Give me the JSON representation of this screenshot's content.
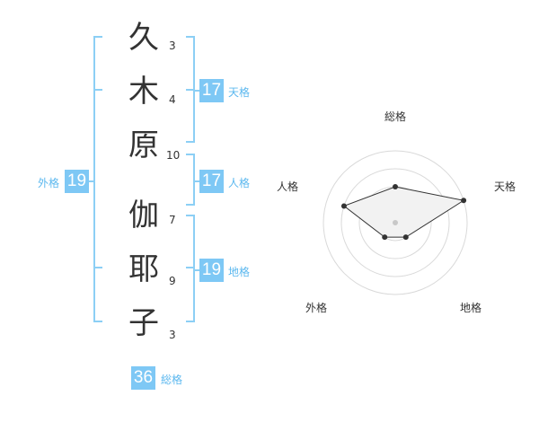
{
  "characters": [
    {
      "char": "久",
      "strokes": "3"
    },
    {
      "char": "木",
      "strokes": "4"
    },
    {
      "char": "原",
      "strokes": "10"
    },
    {
      "char": "伽",
      "strokes": "7"
    },
    {
      "char": "耶",
      "strokes": "9"
    },
    {
      "char": "子",
      "strokes": "3"
    }
  ],
  "fortunes": {
    "tenkaku": {
      "label": "天格",
      "value": "17"
    },
    "jinkaku": {
      "label": "人格",
      "value": "17"
    },
    "chikaku": {
      "label": "地格",
      "value": "19"
    },
    "gaikaku": {
      "label": "外格",
      "value": "19"
    },
    "soukaku": {
      "label": "総格",
      "value": "36"
    }
  },
  "radar": {
    "axes": [
      "総格",
      "天格",
      "地格",
      "外格",
      "人格"
    ],
    "levels": 4,
    "values": [
      2,
      4,
      1,
      1,
      3
    ],
    "colors": {
      "ring": "#d9d9d9",
      "fill": "#f2f2f2",
      "line": "#333333",
      "center": "#c8c8c8"
    }
  },
  "colors": {
    "accent": "#7ec8f5",
    "accent_text": "#5cb8ef",
    "bracket": "#8ccff5"
  }
}
